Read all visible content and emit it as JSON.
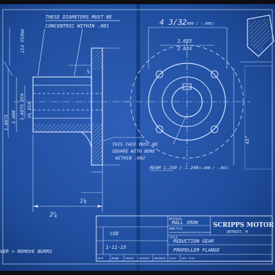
{
  "drawing": {
    "note_concentric_1": "THESE DIAMETERS MUST BE",
    "note_concentric_2": "CONCENTRIC WITHIN .001",
    "note_press_fit": "PRESS FIT",
    "note_square_1": "THIS FACE MUST BE",
    "note_square_2": "SQUARE WITH BORE",
    "note_square_3": "WITHIN .002",
    "note_burrs": "VER + REMOVE BURRS",
    "dim_bore_1": "1.6875",
    "dim_bore_2": "1.688",
    "dim_bore_3": "1.6875 DIA",
    "dim_diameter_small": "2⅜ DIA",
    "dim_width": "2⅞",
    "dim_hub": "1⅛",
    "dim_step": "⅝",
    "dim_outer_dia": "4 3/32",
    "dim_outer_tol": "(+.000 / -.005)",
    "dim_center_1": "2.625",
    "dim_center_2": "2.624",
    "dim_ream": "REAM 1.250 / 1.249",
    "dim_ream_tol": "(+.000 / -.001)",
    "dim_angle": "45°"
  },
  "title_block": {
    "company": "SCRIPPS MOTOR",
    "city": "DETROIT, M",
    "material_label": "MATERIAL",
    "material": "MALL IRON",
    "analysis_label": "ANALYSIS",
    "title_label": "TITLE",
    "title_1": "REDUCTION GEAR",
    "title_2": "PROPELLER FLANGE",
    "initials": "CED",
    "date": "1-11-23",
    "scale_label": "SCALE",
    "scale": "FULL SIZE",
    "row_labels": [
      "DATE",
      "DRAWN",
      "TRACED",
      "CHECKED",
      "ENGINEER",
      "SCALE",
      "FULL SIZE"
    ],
    "tolerance_note": "ALLOWABLE VARIATION ON FRACTIONAL DIMENSIONS UNLESS OTHERWISE SPECIFIED PLUS OR MINUS 1/64 UNLESS OTHERWISE NOTED"
  }
}
